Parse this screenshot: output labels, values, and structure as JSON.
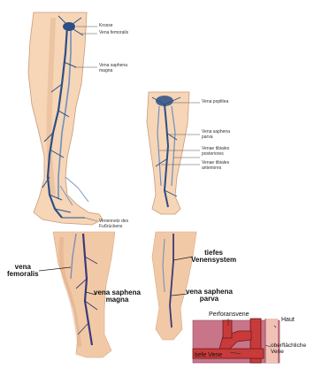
{
  "upper": {
    "labels": [
      [
        "Krosse"
      ],
      [
        "Vena femoralis"
      ],
      [
        "Vena saphena",
        "magna"
      ],
      [
        "Vena poplitea"
      ],
      [
        "Vena saphena",
        "parva"
      ],
      [
        "Venae tibiales",
        "posteriores"
      ],
      [
        "Venae tibiales",
        "anteriores"
      ],
      [
        "Venennetz des",
        "Fußrückens"
      ]
    ]
  },
  "lower": {
    "labels": [
      [
        "vena",
        "femoralis"
      ],
      [
        "vena saphena",
        "magna"
      ],
      [
        "tiefes",
        "Venensystem"
      ],
      [
        "vena saphena",
        "parva"
      ]
    ]
  },
  "inset": {
    "labels": [
      [
        "Perforansvene"
      ],
      [
        "Haut"
      ],
      [
        "oberflächliche",
        "Vene"
      ],
      [
        "tiefe Vene"
      ]
    ]
  },
  "colors": {
    "skin": "#f6d6b7",
    "skin_shadow": "#e8b894",
    "vein": "#2b4f86",
    "vein_light": "#6f8fc0",
    "vein_outline": "#2a2a2a",
    "tissue": "#c8758a",
    "vessel_red": "#c93a3a"
  }
}
